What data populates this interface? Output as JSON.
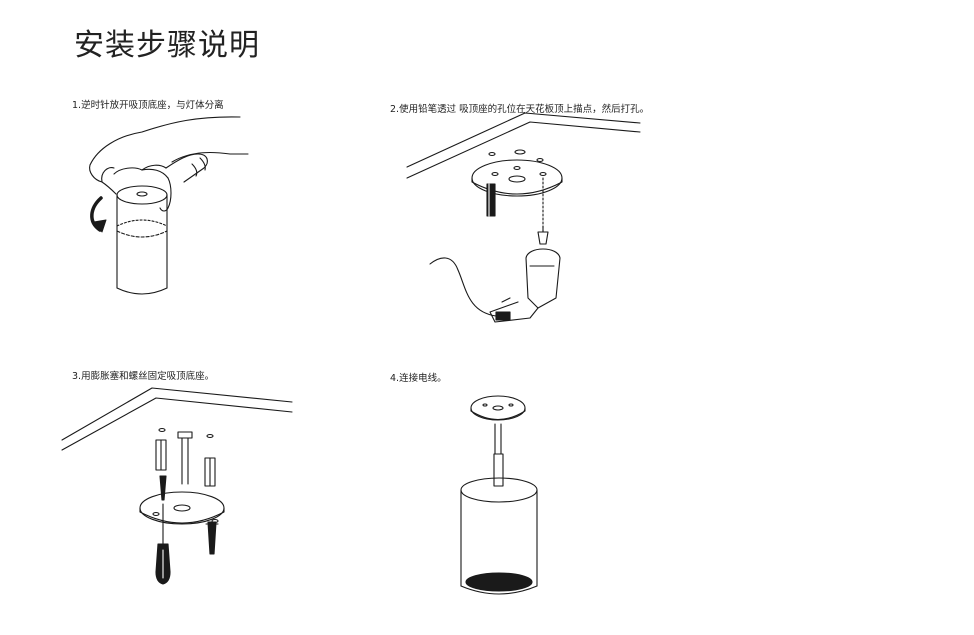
{
  "page": {
    "title": "安装步骤说明"
  },
  "steps": [
    {
      "caption": "1.逆时针放开吸顶底座，与灯体分离",
      "illustration_icon": "hand-rotating-lamp-icon"
    },
    {
      "caption": "2.使用铅笔透过 吸顶座的孔位在天花板顶上描点，然后打孔。",
      "illustration_icon": "drill-ceiling-icon"
    },
    {
      "caption": "3.用膨胀塞和螺丝固定吸顶底座。",
      "illustration_icon": "screwdriver-anchor-icon"
    },
    {
      "caption": "4.连接电线。",
      "illustration_icon": "pendant-lamp-wire-icon"
    }
  ],
  "colors": {
    "line": "#1a1a1a",
    "background": "#ffffff"
  }
}
